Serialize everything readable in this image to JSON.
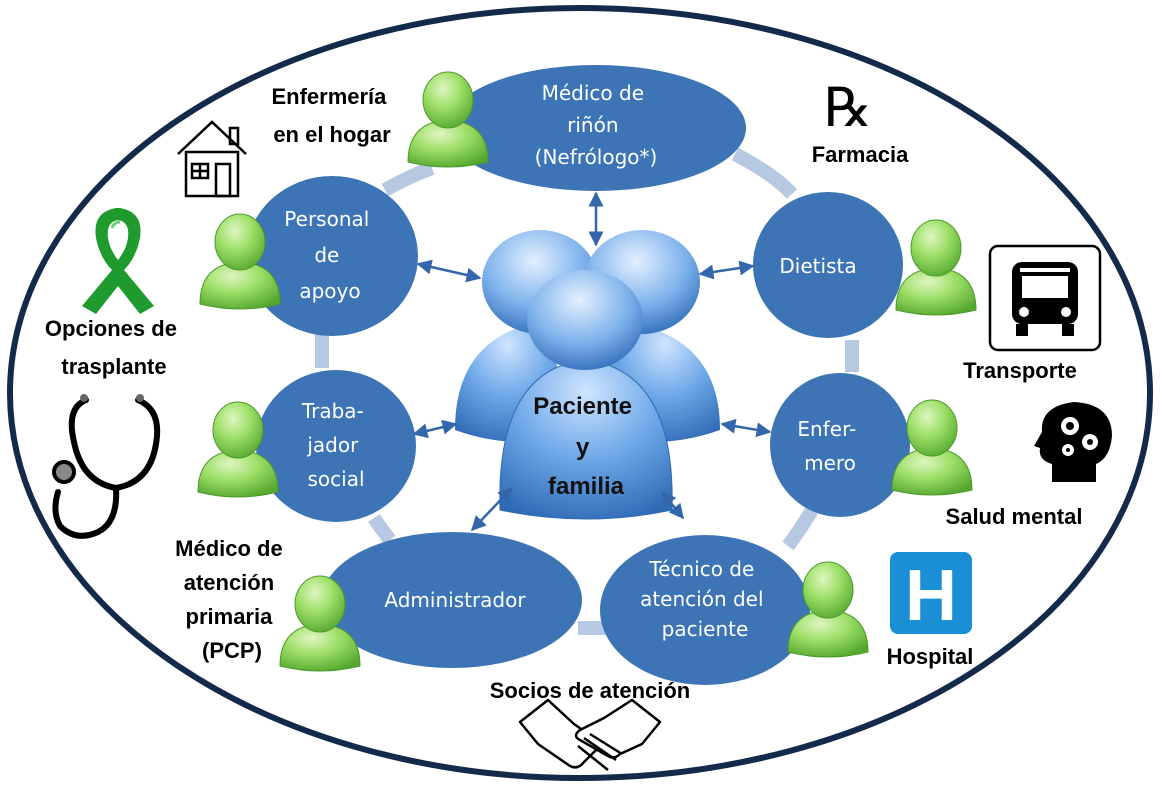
{
  "center": {
    "lines": [
      "Paciente",
      "y",
      "familia"
    ]
  },
  "team_roles": [
    {
      "id": "nephrologist",
      "lines": [
        "Médico de",
        "riñón",
        "(Nefrólogo*)"
      ]
    },
    {
      "id": "dietitian",
      "lines": [
        "Dietista"
      ]
    },
    {
      "id": "nurse",
      "lines": [
        "Enfer-",
        "mero"
      ]
    },
    {
      "id": "pct",
      "lines": [
        "Técnico de",
        "atención del",
        "paciente"
      ]
    },
    {
      "id": "administrator",
      "lines": [
        "Administrador"
      ]
    },
    {
      "id": "social-worker",
      "lines": [
        "Traba-",
        "jador",
        "social"
      ]
    },
    {
      "id": "support-staff",
      "lines": [
        "Personal",
        "de",
        "apoyo"
      ]
    }
  ],
  "care_partners": [
    {
      "id": "home-nursing",
      "lines": [
        "Enfermería",
        "en el hogar"
      ],
      "icon": "house-icon"
    },
    {
      "id": "pharmacy",
      "lines": [
        "Farmacia"
      ],
      "icon": "rx-icon"
    },
    {
      "id": "transport",
      "lines": [
        "Transporte"
      ],
      "icon": "bus-icon"
    },
    {
      "id": "mental-health",
      "lines": [
        "Salud mental"
      ],
      "icon": "brain-gears-icon"
    },
    {
      "id": "hospital",
      "lines": [
        "Hospital"
      ],
      "icon": "hospital-icon"
    },
    {
      "id": "pcp",
      "lines": [
        "Médico de",
        "atención",
        "primaria",
        "(PCP)"
      ],
      "icon": "stethoscope-icon"
    },
    {
      "id": "transplant",
      "lines": [
        "Opciones de",
        "trasplante"
      ],
      "icon": "ribbon-icon"
    }
  ],
  "partners_caption": "Socios de atención",
  "icons": {
    "rx_glyph": "℞",
    "hospital_letter": "H"
  },
  "colors": {
    "circle_fill": "#3d74b6",
    "connector": "#b7c8e2",
    "arrow": "#3366aa",
    "person_green": "#8fd85a",
    "hospital_blue": "#1a8fd6",
    "ribbon_green": "#1f9a2c",
    "border": "#142a4a"
  }
}
